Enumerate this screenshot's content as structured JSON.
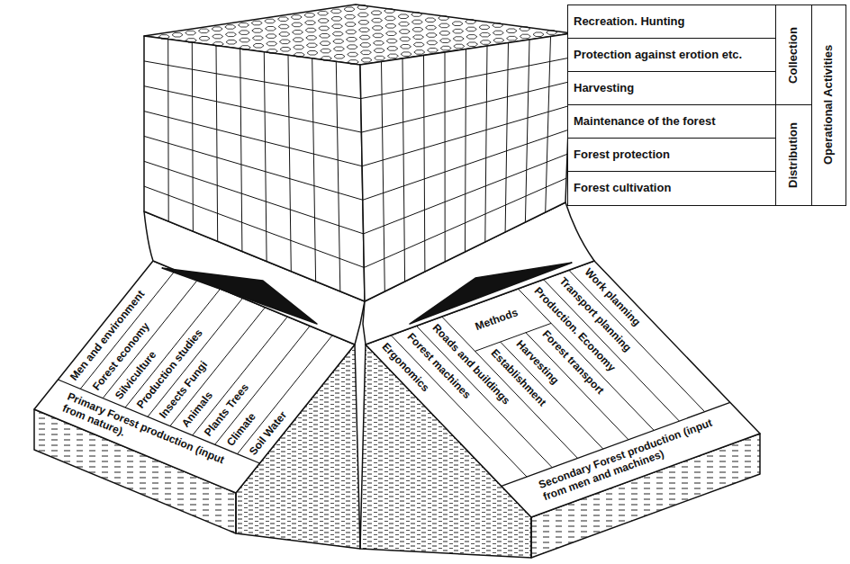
{
  "diagram": {
    "nodes": [
      {
        "text": [
          "Recreation. Hunting"
        ]
      },
      {
        "text": [
          "Protection against erotion etc."
        ]
      },
      {
        "text": [
          "Harvesting"
        ]
      },
      {
        "text": [
          "Maintenance of the forest"
        ]
      },
      {
        "text": [
          "Forest protection"
        ]
      },
      {
        "text": [
          "Forest cultivation"
        ]
      },
      {
        "text": [
          "Collection"
        ]
      },
      {
        "text": [
          "Distribution"
        ]
      },
      {
        "text": [
          "Operational Activities"
        ]
      },
      {
        "text": [
          "Primary Forest production (input from nature)."
        ]
      },
      {
        "text": [
          "Secondary Forest production (input from men and machines)"
        ]
      }
    ],
    "labels": [
      "Men and environment",
      "Forest economy",
      "Silviculture",
      "Production studies",
      "Insects Fungi",
      "Animals",
      "Plants Trees",
      "Climate",
      "Soil Water",
      "Ergonomics",
      "Forest machines",
      "Roads and buildings",
      "Methods",
      "Establishment",
      "Harvesting",
      "Forest transport",
      "Production. Economy",
      "Transport planning",
      "Work planning"
    ]
  }
}
